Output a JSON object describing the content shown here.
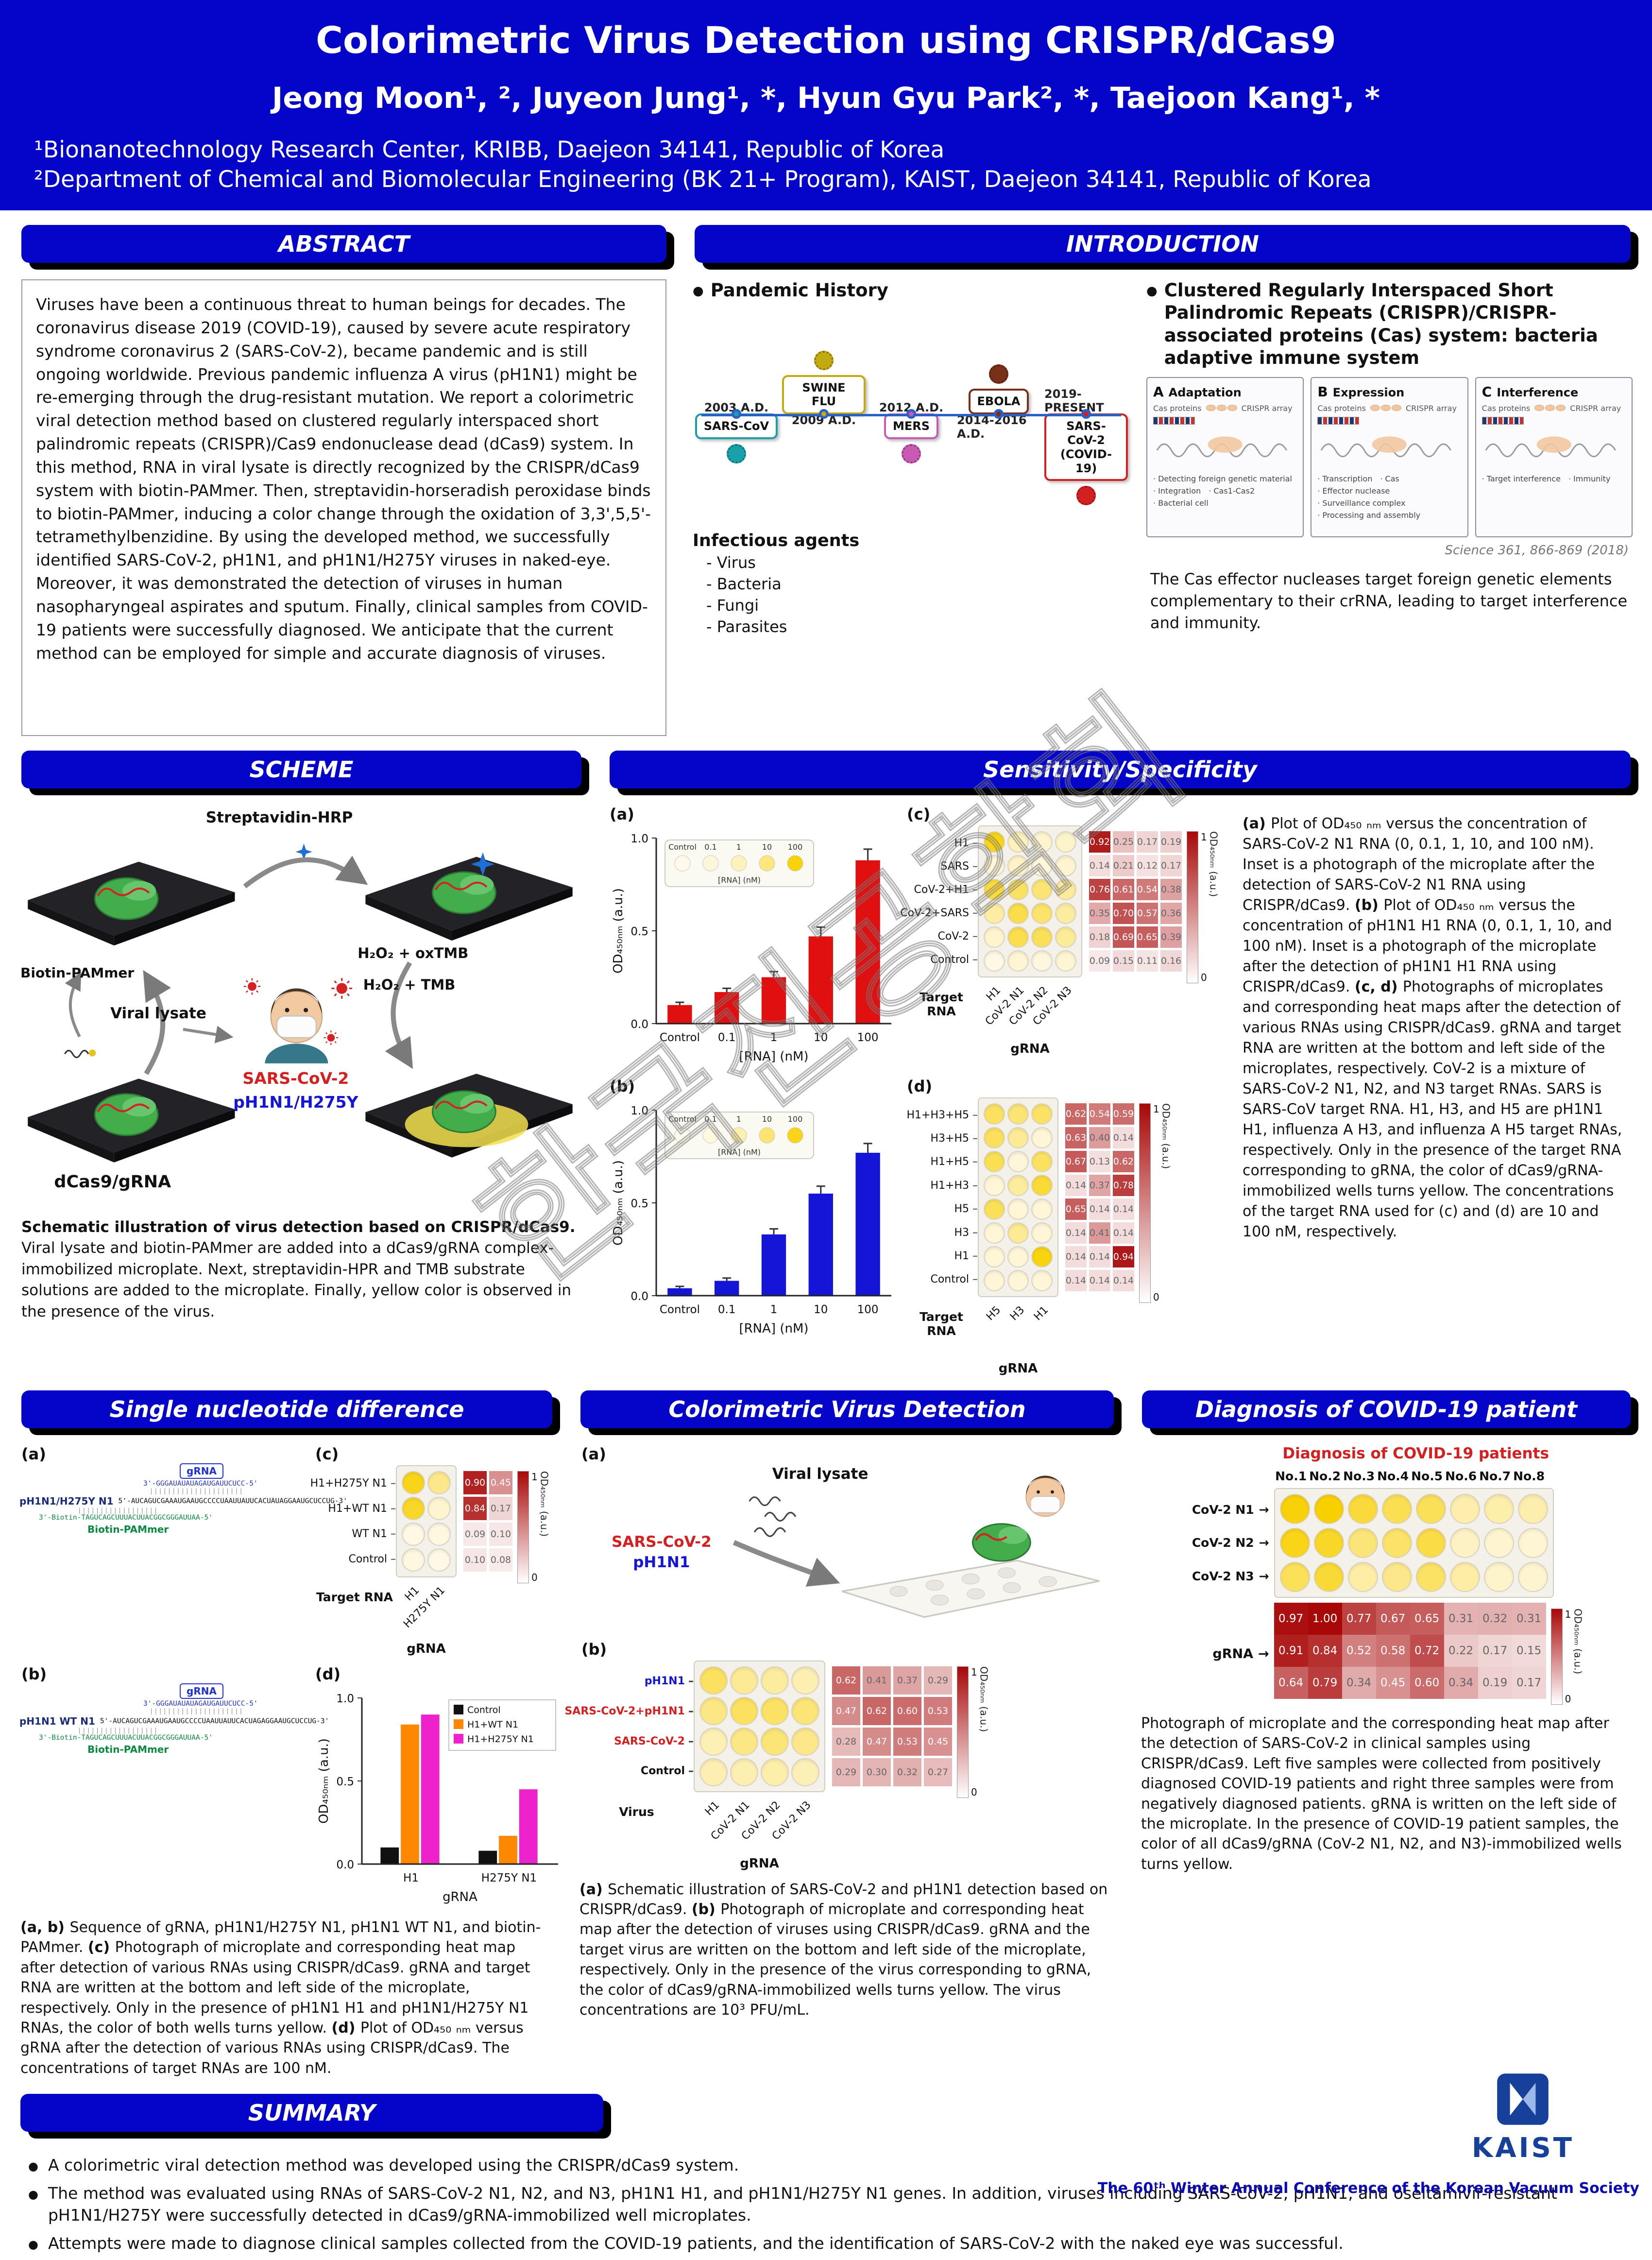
{
  "colors": {
    "header_blue": "#0505c9",
    "accent_red": "#d42020",
    "accent_blue": "#1515d8",
    "heat_max_red": "#a80808",
    "well_yellow": "#f8d200",
    "pammer_green": "#0a8a40"
  },
  "watermark": "한국진공학회",
  "header": {
    "title": "Colorimetric Virus Detection using CRISPR/dCas9",
    "authors": "Jeong Moon¹, ², Juyeon Jung¹, *, Hyun Gyu Park², *, Taejoon Kang¹, *",
    "affiliation1": "¹Bionanotechnology Research Center, KRIBB, Daejeon 34141, Republic of Korea",
    "affiliation2": "²Department of Chemical and Biomolecular Engineering (BK 21+ Program), KAIST, Daejeon 34141, Republic of Korea"
  },
  "abstract": {
    "title": "ABSTRACT",
    "body": "Viruses have been a continuous threat to human beings for decades. The coronavirus disease 2019 (COVID-19), caused by severe acute respiratory syndrome coronavirus 2 (SARS-CoV-2), became pandemic and is still ongoing worldwide. Previous pandemic influenza A virus (pH1N1) might be re-emerging through the drug-resistant mutation. We report a colorimetric viral detection method based on clustered regularly interspaced short palindromic repeats (CRISPR)/Cas9 endonuclease dead (dCas9) system. In this method, RNA in viral lysate is directly recognized by the CRISPR/dCas9 system with biotin-PAMmer. Then, streptavidin-horseradish peroxidase binds to biotin-PAMmer, inducing a color change through the oxidation of 3,3',5,5'-tetramethylbenzidine. By using the developed method, we successfully identified SARS-CoV-2, pH1N1, and pH1N1/H275Y viruses in naked-eye. Moreover, it was demonstrated the detection of viruses in human nasopharyngeal aspirates and sputum. Finally, clinical samples from COVID-19 patients were successfully diagnosed. We anticipate that the current method can be employed for simple and accurate diagnosis of viruses."
  },
  "introduction": {
    "title": "INTRODUCTION",
    "pandemic_heading": "Pandemic History",
    "timeline": [
      {
        "date": "2003 A.D.",
        "name": "SARS-CoV",
        "side": "bottom",
        "color": "#19a0a8"
      },
      {
        "date": "2009 A.D.",
        "name": "SWINE FLU",
        "side": "top",
        "color": "#c2aa10"
      },
      {
        "date": "2012 A.D.",
        "name": "MERS",
        "side": "bottom",
        "color": "#c85ab4"
      },
      {
        "date": "2014-2016 A.D.",
        "name": "EBOLA",
        "side": "top",
        "color": "#7a3018"
      },
      {
        "date": "2019-PRESENT",
        "name": "SARS-CoV-2\n(COVID-19)",
        "side": "bottom",
        "color": "#d42020"
      }
    ],
    "agents_heading": "Infectious agents",
    "agents": [
      "Virus",
      "Bacteria",
      "Fungi",
      "Parasites"
    ],
    "crispr_heading": "Clustered Regularly Interspaced Short Palindromic Repeats (CRISPR)/CRISPR-associated proteins (Cas) system: bacteria adaptive immune system",
    "crispr_panels": [
      {
        "letter": "A",
        "title": "Adaptation",
        "top_label": "Cas proteins",
        "array_label": "CRISPR array",
        "notes": [
          "Detecting foreign genetic material",
          "Integration",
          "Cas1-Cas2",
          "Bacterial cell"
        ]
      },
      {
        "letter": "B",
        "title": "Expression",
        "top_label": "Cas proteins",
        "array_label": "CRISPR array",
        "notes": [
          "Transcription",
          "Cas",
          "Effector nuclease",
          "Surveillance complex",
          "Processing and assembly"
        ]
      },
      {
        "letter": "C",
        "title": "Interference",
        "top_label": "Cas proteins",
        "array_label": "CRISPR array",
        "notes": [
          "Target interference",
          "Immunity"
        ]
      }
    ],
    "citation": "Science 361, 866-869 (2018)",
    "cas_text": "The Cas effector nucleases target foreign genetic elements complementary to their crRNA, leading to target interference and immunity."
  },
  "scheme": {
    "title": "SCHEME",
    "labels": {
      "streptavidin": "Streptavidin-HRP",
      "biotin_pammer": "Biotin-PAMmer",
      "viral_lysate": "Viral lysate",
      "virus_red": "SARS-CoV-2",
      "virus_blue": "pH1N1/H275Y",
      "dcas9": "dCas9/gRNA",
      "reaction_top": "H₂O₂ + oxTMB",
      "reaction_bottom": "H₂O₂ + TMB"
    },
    "caption_bold": "Schematic illustration of virus detection based on CRISPR/dCas9.",
    "caption_rest": " Viral lysate and biotin-PAMmer are added into a dCas9/gRNA complex-immobilized microplate. Next, streptavidin-HPR and TMB substrate solutions are added to the microplate. Finally, yellow color is observed in the presence of the virus."
  },
  "sensitivity": {
    "title": "Sensitivity/Specificity",
    "caption": [
      {
        "label": "(a)",
        "text": "Plot of OD₄₅₀ ₙₘ versus the concentration of SARS-CoV-2 N1 RNA (0, 0.1, 1, 10, and 100 nM). Inset is a photograph of the microplate after the detection of SARS-CoV-2 N1 RNA using CRISPR/dCas9."
      },
      {
        "label": "(b)",
        "text": "Plot of OD₄₅₀ ₙₘ versus the concentration of pH1N1 H1 RNA (0, 0.1, 1, 10, and 100 nM). Inset is a photograph of the microplate after the detection of pH1N1 H1 RNA using CRISPR/dCas9."
      },
      {
        "label": "(c, d)",
        "text": "Photographs of microplates and corresponding heat maps after the detection of various RNAs using CRISPR/dCas9. gRNA and target RNA are written at the bottom and left side of the microplates, respectively. CoV-2 is a mixture of SARS-CoV-2 N1, N2, and N3 target RNAs. SARS is SARS-CoV target RNA. H1, H3, and H5 are pH1N1 H1, influenza A H3, and influenza A H5 target RNAs, respectively. Only in the presence of the target RNA corresponding to gRNA, the color of dCas9/gRNA-immobilized wells turns yellow. The concentrations of the target RNA used for (c) and (d) are 10 and 100 nM, respectively."
      }
    ]
  },
  "single_nt": {
    "title": "Single nucleotide difference",
    "seq_a": {
      "panel": "(a)",
      "grna_tag": "gRNA",
      "grna_seq": "3'-GGGAUAUAUAGAUGAUUCUCC-5'",
      "pairs_top": "|||||||||||||||||||||",
      "target_name": "pH1N1/H275Y N1",
      "target_seq": "5'-AUCAGUCGAAAUGAAUGCCCCUAAUUAUUCACUAUAGGAAUGCUCCUG-3'",
      "pairs_bottom": "||||||||||||||||||",
      "pammer_seq": "3'-Biotin-TAGUCAGCUUUACUUACGGCGGGAUUAA-5'",
      "pammer_label": "Biotin-PAMmer"
    },
    "seq_b": {
      "panel": "(b)",
      "grna_tag": "gRNA",
      "grna_seq": "3'-GGGAUAUAUAGAUGAUUCUCC-5'",
      "pairs_top": "|||||||||||||||||||||",
      "target_name": "pH1N1 WT N1",
      "target_seq": "5'-AUCAGUCGAAAUGAAUGCCCCUAAUUAUUCACUAGAGGAAUGCUCCUG-3'",
      "pairs_bottom": "||||||||||||||||||",
      "pammer_seq": "3'-Biotin-TAGUCAGCUUUACUUACGGCGGGAUUAA-5'",
      "pammer_label": "Biotin-PAMmer"
    },
    "caption": [
      {
        "label": "(a, b)",
        "text": "Sequence of gRNA, pH1N1/H275Y N1, pH1N1 WT N1, and biotin-PAMmer."
      },
      {
        "label": "(c)",
        "text": "Photograph of microplate and corresponding heat map after detection of various RNAs using CRISPR/dCas9. gRNA and target RNA are written at the bottom and left side of the microplate, respectively. Only in the presence of pH1N1 H1 and pH1N1/H275Y N1 RNAs, the color of both wells turns yellow."
      },
      {
        "label": "(d)",
        "text": "Plot of OD₄₅₀ ₙₘ versus gRNA after the detection of various RNAs using CRISPR/dCas9. The concentrations of target RNAs are 100 nM."
      }
    ]
  },
  "colorimetric": {
    "title": "Colorimetric Virus Detection",
    "schematic": {
      "panel": "(a)",
      "viral_lysate": "Viral lysate",
      "virus_red": "SARS-CoV-2",
      "virus_blue": "pH1N1"
    },
    "caption": [
      {
        "label": "(a)",
        "text": "Schematic illustration of SARS-CoV-2 and pH1N1 detection based on CRISPR/dCas9."
      },
      {
        "label": "(b)",
        "text": "Photograph of microplate and corresponding heat map after the detection of viruses using CRISPR/dCas9. gRNA and the target virus are written on the bottom and left side of the microplate, respectively. Only in the presence of the virus corresponding to gRNA, the color of dCas9/gRNA-immobilized wells turns yellow. The virus concentrations are 10³ PFU/mL."
      }
    ]
  },
  "diagnosis": {
    "title": "Diagnosis of COVID-19 patient",
    "caption": "Photograph of microplate and the corresponding heat map after the detection of SARS-CoV-2 in clinical samples using CRISPR/dCas9. Left five samples were collected from positively diagnosed COVID-19 patients and right three samples were from negatively diagnosed patients. gRNA is written on the left side of the microplate. In the presence of COVID-19 patient samples, the color of all dCas9/gRNA (CoV-2 N1, N2, and N3)-immobilized wells turns yellow."
  },
  "summary": {
    "title": "SUMMARY",
    "bullets": [
      "A colorimetric viral detection method was developed using the CRISPR/dCas9 system.",
      "The method was evaluated using RNAs of SARS-CoV-2 N1, N2, and N3, pH1N1 H1, and pH1N1/H275Y N1 genes. In addition, viruses including SARS-CoV-2, pH1N1, and oseltamivir-resistant pH1N1/H275Y were successfully detected in dCas9/gRNA-immobilized well microplates.",
      "Attempts were made to diagnose clinical samples collected from the COVID-19 patients, and the identification of SARS-CoV-2 with the naked eye was successful."
    ]
  },
  "footer": {
    "conference": "The 60ᵗʰ Winter Annual Conference of the Korean Vacuum Society",
    "logo_text": "KAIST"
  },
  "chart_data": {
    "sens_a": {
      "panel": "(a)",
      "type": "bar",
      "bar_color": "#e01010",
      "categories": [
        "Control",
        "0.1",
        "1",
        "10",
        "100"
      ],
      "values": [
        0.1,
        0.17,
        0.25,
        0.47,
        0.88
      ],
      "errors": [
        0.015,
        0.02,
        0.03,
        0.05,
        0.06
      ],
      "xlabel": "[RNA] (nM)",
      "ylabel": "OD₄₅₀ₙₘ (a.u.)",
      "ylim": [
        0,
        1.0
      ],
      "yticks": [
        "0.0",
        "0.5",
        "1.0"
      ],
      "inset": {
        "labels": [
          "Control",
          "0.1",
          "1",
          "10",
          "100"
        ],
        "wells": [
          0.06,
          0.13,
          0.25,
          0.5,
          0.95
        ],
        "caption": "[RNA] (nM)"
      }
    },
    "sens_b": {
      "panel": "(b)",
      "type": "bar",
      "bar_color": "#1515d8",
      "categories": [
        "Control",
        "0.1",
        "1",
        "10",
        "100"
      ],
      "values": [
        0.04,
        0.08,
        0.33,
        0.55,
        0.77
      ],
      "errors": [
        0.01,
        0.015,
        0.03,
        0.04,
        0.05
      ],
      "xlabel": "[RNA] (nM)",
      "ylabel": "OD₄₅₀ₙₘ (a.u.)",
      "ylim": [
        0,
        1.0
      ],
      "yticks": [
        "0.0",
        "0.5",
        "1.0"
      ],
      "inset": {
        "labels": [
          "Control",
          "0.1",
          "1",
          "10",
          "100"
        ],
        "wells": [
          0.05,
          0.1,
          0.3,
          0.55,
          0.9
        ],
        "caption": "[RNA] (nM)"
      }
    },
    "sens_c": {
      "panel": "(c)",
      "type": "plate-heatmap",
      "row_labels": [
        "H1",
        "SARS",
        "CoV-2+H1",
        "CoV-2+SARS",
        "CoV-2",
        "Control"
      ],
      "col_labels": [
        "H1",
        "CoV-2 N1",
        "CoV-2 N2",
        "CoV-2 N3"
      ],
      "values": [
        [
          0.92,
          0.25,
          0.17,
          0.19
        ],
        [
          0.14,
          0.21,
          0.12,
          0.17
        ],
        [
          0.76,
          0.61,
          0.54,
          0.38
        ],
        [
          0.35,
          0.7,
          0.57,
          0.36
        ],
        [
          0.18,
          0.69,
          0.65,
          0.39
        ],
        [
          0.09,
          0.15,
          0.11,
          0.16
        ]
      ],
      "left_axis": "Target RNA",
      "bottom_axis": "gRNA",
      "colorbar_label": "OD₄₅₀ₙₘ (a.u.)",
      "colorbar_ticks": [
        "1",
        "0"
      ]
    },
    "sens_d": {
      "panel": "(d)",
      "type": "plate-heatmap",
      "row_labels": [
        "H1+H3+H5",
        "H3+H5",
        "H1+H5",
        "H1+H3",
        "H5",
        "H3",
        "H1",
        "Control"
      ],
      "col_labels": [
        "H5",
        "H3",
        "H1"
      ],
      "values": [
        [
          0.62,
          0.54,
          0.59
        ],
        [
          0.63,
          0.4,
          0.14
        ],
        [
          0.67,
          0.13,
          0.62
        ],
        [
          0.14,
          0.37,
          0.78
        ],
        [
          0.65,
          0.14,
          0.14
        ],
        [
          0.14,
          0.41,
          0.14
        ],
        [
          0.14,
          0.14,
          0.94
        ],
        [
          0.14,
          0.14,
          0.14
        ]
      ],
      "left_axis": "Target RNA",
      "bottom_axis": "gRNA",
      "colorbar_label": "OD₄₅₀ₙₘ (a.u.)",
      "colorbar_ticks": [
        "1",
        "0"
      ]
    },
    "single_c": {
      "panel": "(c)",
      "type": "plate-heatmap",
      "row_labels": [
        "H1+H275Y N1",
        "H1+WT N1",
        "WT N1",
        "Control"
      ],
      "col_labels": [
        "H1",
        "H275Y N1"
      ],
      "values": [
        [
          0.9,
          0.45
        ],
        [
          0.84,
          0.17
        ],
        [
          0.09,
          0.1
        ],
        [
          0.1,
          0.08
        ]
      ],
      "left_axis": "Target RNA",
      "bottom_axis": "gRNA",
      "colorbar_label": "OD₄₅₀ₙₘ (a.u.)",
      "colorbar_ticks": [
        "1",
        "0"
      ]
    },
    "single_d": {
      "panel": "(d)",
      "type": "grouped-bar",
      "categories": [
        "H1",
        "H275Y N1"
      ],
      "series": [
        {
          "name": "Control",
          "color": "#111111",
          "values": [
            0.1,
            0.08
          ]
        },
        {
          "name": "H1+WT N1",
          "color": "#ff8800",
          "values": [
            0.84,
            0.17
          ]
        },
        {
          "name": "H1+H275Y N1",
          "color": "#ee22cc",
          "values": [
            0.9,
            0.45
          ]
        }
      ],
      "xlabel": "gRNA",
      "ylabel": "OD₄₅₀ₙₘ (a.u.)",
      "ylim": [
        0,
        1.0
      ],
      "yticks": [
        "0.0",
        "0.5",
        "1.0"
      ]
    },
    "color_b": {
      "panel": "(b)",
      "type": "plate-heatmap",
      "row_labels": [
        "pH1N1",
        "SARS-CoV-2+pH1N1",
        "SARS-CoV-2",
        "Control"
      ],
      "row_colors": [
        "#1515d8",
        "#d42020",
        "#d42020",
        "#111111"
      ],
      "col_labels": [
        "H1",
        "CoV-2 N1",
        "CoV-2 N2",
        "CoV-2 N3"
      ],
      "values": [
        [
          0.62,
          0.41,
          0.37,
          0.29
        ],
        [
          0.47,
          0.62,
          0.6,
          0.53
        ],
        [
          0.28,
          0.47,
          0.53,
          0.45
        ],
        [
          0.29,
          0.3,
          0.32,
          0.27
        ]
      ],
      "left_axis": "Virus",
      "bottom_axis": "gRNA",
      "colorbar_label": "OD₄₅₀ₙₘ (a.u.)",
      "colorbar_ticks": [
        "1",
        "0"
      ]
    },
    "diagnosis": {
      "type": "diagnosis-plate",
      "title": "Diagnosis of COVID-19 patients",
      "col_headers": [
        "No.1",
        "No.2",
        "No.3",
        "No.4",
        "No.5",
        "No.6",
        "No.7",
        "No.8"
      ],
      "row_labels": [
        "CoV-2 N1",
        "CoV-2 N2",
        "CoV-2 N3"
      ],
      "grna_label": "gRNA",
      "values": [
        [
          0.97,
          1.0,
          0.77,
          0.67,
          0.65,
          0.31,
          0.32,
          0.31
        ],
        [
          0.91,
          0.84,
          0.52,
          0.58,
          0.72,
          0.22,
          0.17,
          0.15
        ],
        [
          0.64,
          0.79,
          0.34,
          0.45,
          0.6,
          0.34,
          0.19,
          0.17
        ]
      ],
      "colorbar_label": "OD₄₅₀ₙₘ (a.u.)",
      "colorbar_ticks": [
        "1",
        "0"
      ]
    }
  }
}
